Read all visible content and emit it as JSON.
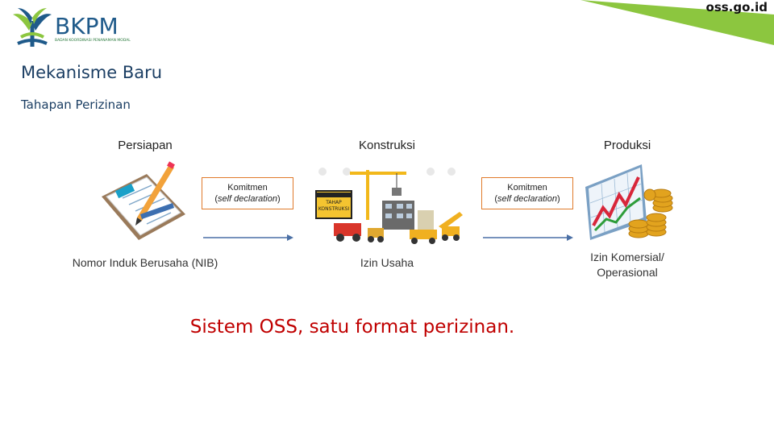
{
  "header": {
    "logo_text": "BKPM",
    "logo_subtitle": "BADAN KOORDINASI PENANAMAN MODAL",
    "url": "oss.go.id",
    "brand_green": "#8cc63f",
    "brand_blue": "#1f5a8a"
  },
  "title": "Mekanisme Baru",
  "subtitle": "Tahapan Perizinan",
  "stages": [
    {
      "label": "Persiapan",
      "output": "Nomor Induk Berusaha (NIB)",
      "icon": "clipboard-pen-icon"
    },
    {
      "label": "Konstruksi",
      "output": "Izin Usaha",
      "icon": "construction-site-icon",
      "sign_text": "TAHAP KONSTRUKSI"
    },
    {
      "label": "Produksi",
      "output_line1": "Izin Komersial/",
      "output_line2": "Operasional",
      "icon": "growth-chart-coins-icon"
    }
  ],
  "commitments": [
    {
      "line1": "Komitmen",
      "line2": "self declaration"
    },
    {
      "line1": "Komitmen",
      "line2": "self declaration"
    }
  ],
  "tagline": "Sistem OSS, satu format perizinan."
}
